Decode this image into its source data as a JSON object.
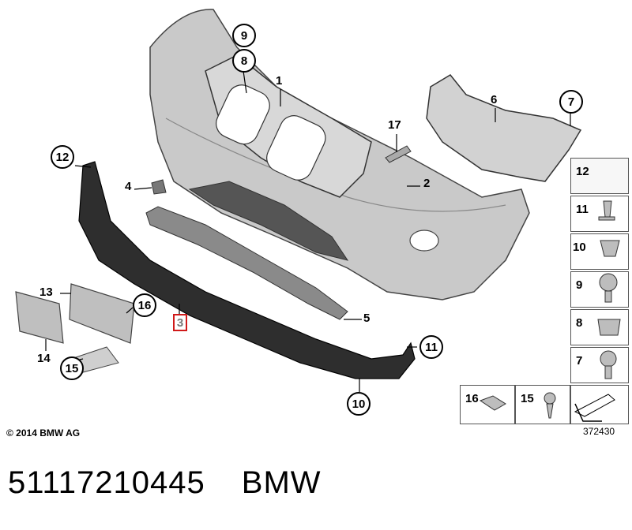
{
  "callouts": {
    "c9": "9",
    "c8": "8",
    "c1": "1",
    "c6": "6",
    "c7": "7",
    "c17": "17",
    "c12": "12",
    "c4": "4",
    "c2": "2",
    "c13": "13",
    "c16": "16",
    "c3": "3",
    "c5": "5",
    "c14": "14",
    "c15": "15",
    "c11": "11",
    "c10": "10"
  },
  "legend": {
    "i12": "12",
    "i11": "11",
    "i10": "10",
    "i9": "9",
    "i8": "8",
    "i7": "7",
    "i16": "16",
    "i15": "15"
  },
  "copyright": "© 2014 BMW AG",
  "diagram_id": "372430",
  "part_number": "51117210445",
  "brand": "BMW",
  "highlight_color": "#d01a1a"
}
